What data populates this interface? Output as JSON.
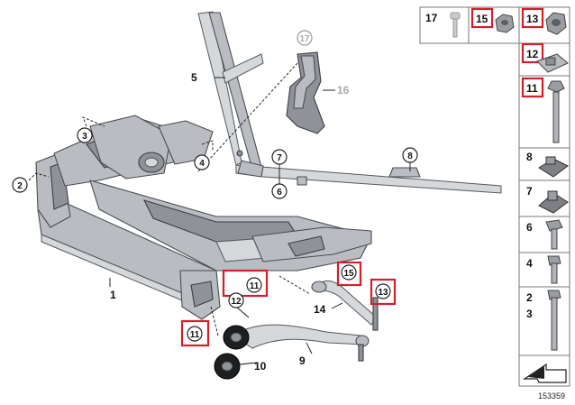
{
  "diagram": {
    "id": "153359",
    "callouts": {
      "c2": "2",
      "c3": "3",
      "c4": "4",
      "c6": "6",
      "c7": "7",
      "c8": "8",
      "c11a": "11",
      "c11b": "11",
      "c12": "12",
      "c13": "13",
      "c15": "15",
      "c17": "17"
    },
    "labels": {
      "l1": "1",
      "l5": "5",
      "l9": "9",
      "l10": "10",
      "l14": "14",
      "l16": "16"
    },
    "legend_top": {
      "n17": "17",
      "n15": "15",
      "n13": "13"
    },
    "legend_side": {
      "n12": "12",
      "n11": "11",
      "n8": "8",
      "n7": "7",
      "n6": "6",
      "n4": "4",
      "n2": "2",
      "n3": "3"
    },
    "highlight_color": "#d21f2b",
    "icons": [
      "bolt-icon",
      "nut-icon",
      "clip-nut-icon",
      "arrow-icon"
    ]
  }
}
